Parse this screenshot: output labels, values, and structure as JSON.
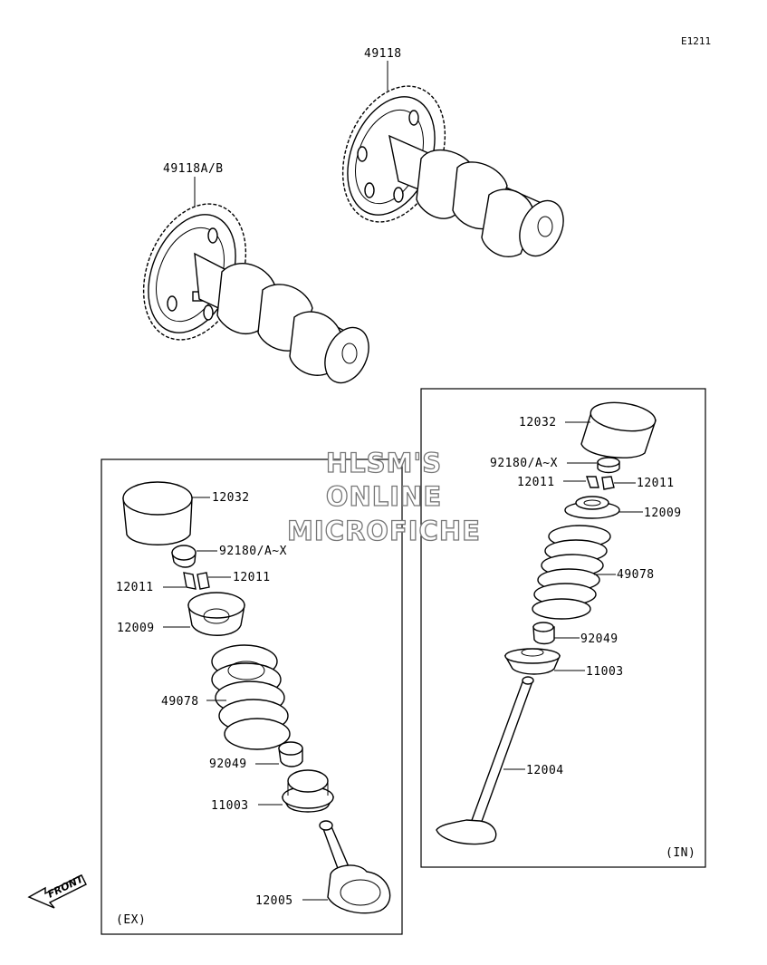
{
  "diagram_ref": "E1211",
  "camshafts": {
    "intake_label": "49118",
    "exhaust_label": "49118A/B"
  },
  "exhaust_panel": {
    "group_label": "(EX)",
    "parts": [
      "12032",
      "92180/A~X",
      "12011",
      "12011",
      "12009",
      "49078",
      "92049",
      "11003",
      "12005"
    ]
  },
  "intake_panel": {
    "group_label": "(IN)",
    "parts": [
      "12032",
      "92180/A~X",
      "12011",
      "12011",
      "12009",
      "49078",
      "92049",
      "11003",
      "12004"
    ]
  },
  "watermark": [
    "HLSM'S",
    "ONLINE",
    "MICROFICHE"
  ],
  "front_marker": "FRONT"
}
